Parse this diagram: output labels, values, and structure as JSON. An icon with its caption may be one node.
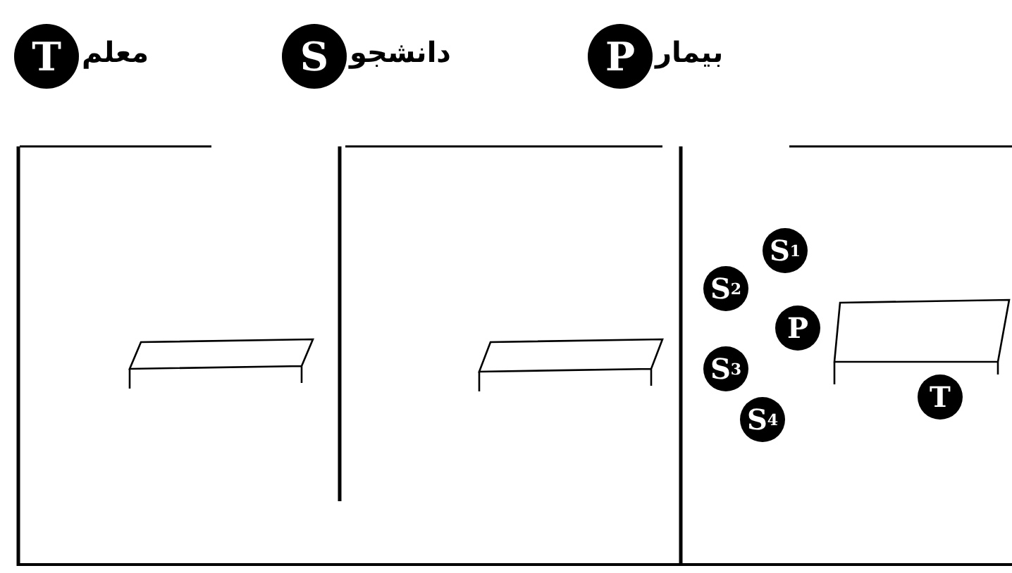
{
  "diagram": {
    "nodes": [
      {
        "text": [
          "T"
        ],
        "beside": [
          "معلم"
        ]
      },
      {
        "text": [
          "S"
        ],
        "beside": [
          "دانشجو"
        ]
      },
      {
        "text": [
          "P"
        ],
        "beside": [
          "بیمار"
        ]
      },
      {
        "text": [
          "S$^{1}$"
        ]
      },
      {
        "text": [
          "S$^{2}$"
        ]
      },
      {
        "text": [
          "P"
        ]
      },
      {
        "text": [
          "S$^{3}$"
        ]
      },
      {
        "text": [
          "S$^{4}$"
        ]
      },
      {
        "text": [
          "T"
        ]
      }
    ]
  }
}
